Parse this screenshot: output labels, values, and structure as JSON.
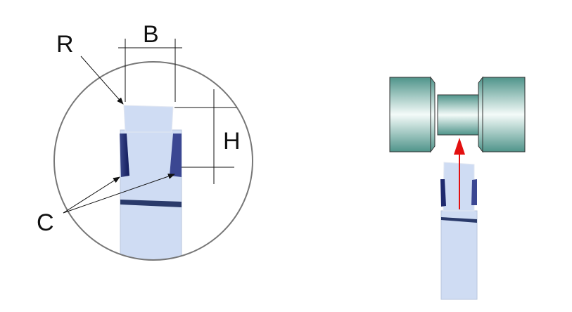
{
  "labels": {
    "r": "R",
    "b": "B",
    "h": "H",
    "c": "C"
  },
  "colors": {
    "tool": "#cfdcf3",
    "chip": "#1f2a6e",
    "workpiece": "#5a9e92",
    "arrow": "#e31010"
  }
}
